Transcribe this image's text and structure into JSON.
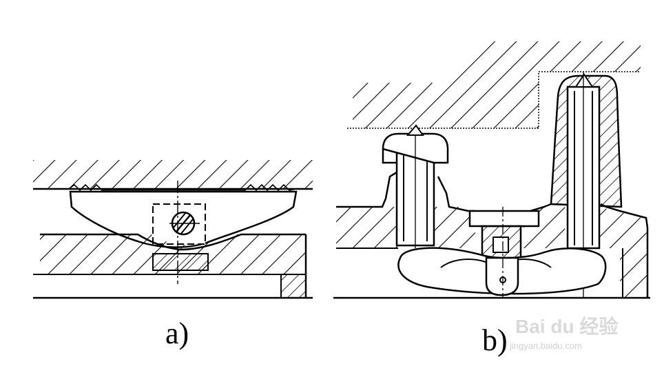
{
  "figures": [
    {
      "id": "a",
      "caption": "a)"
    },
    {
      "id": "b",
      "caption": "b)"
    }
  ],
  "watermark": {
    "text": "Bai du 经验",
    "url": "jingyan.baidu.com"
  },
  "colors": {
    "ink": "#000000",
    "background": "#ffffff",
    "watermark": "#9a9a9a"
  }
}
